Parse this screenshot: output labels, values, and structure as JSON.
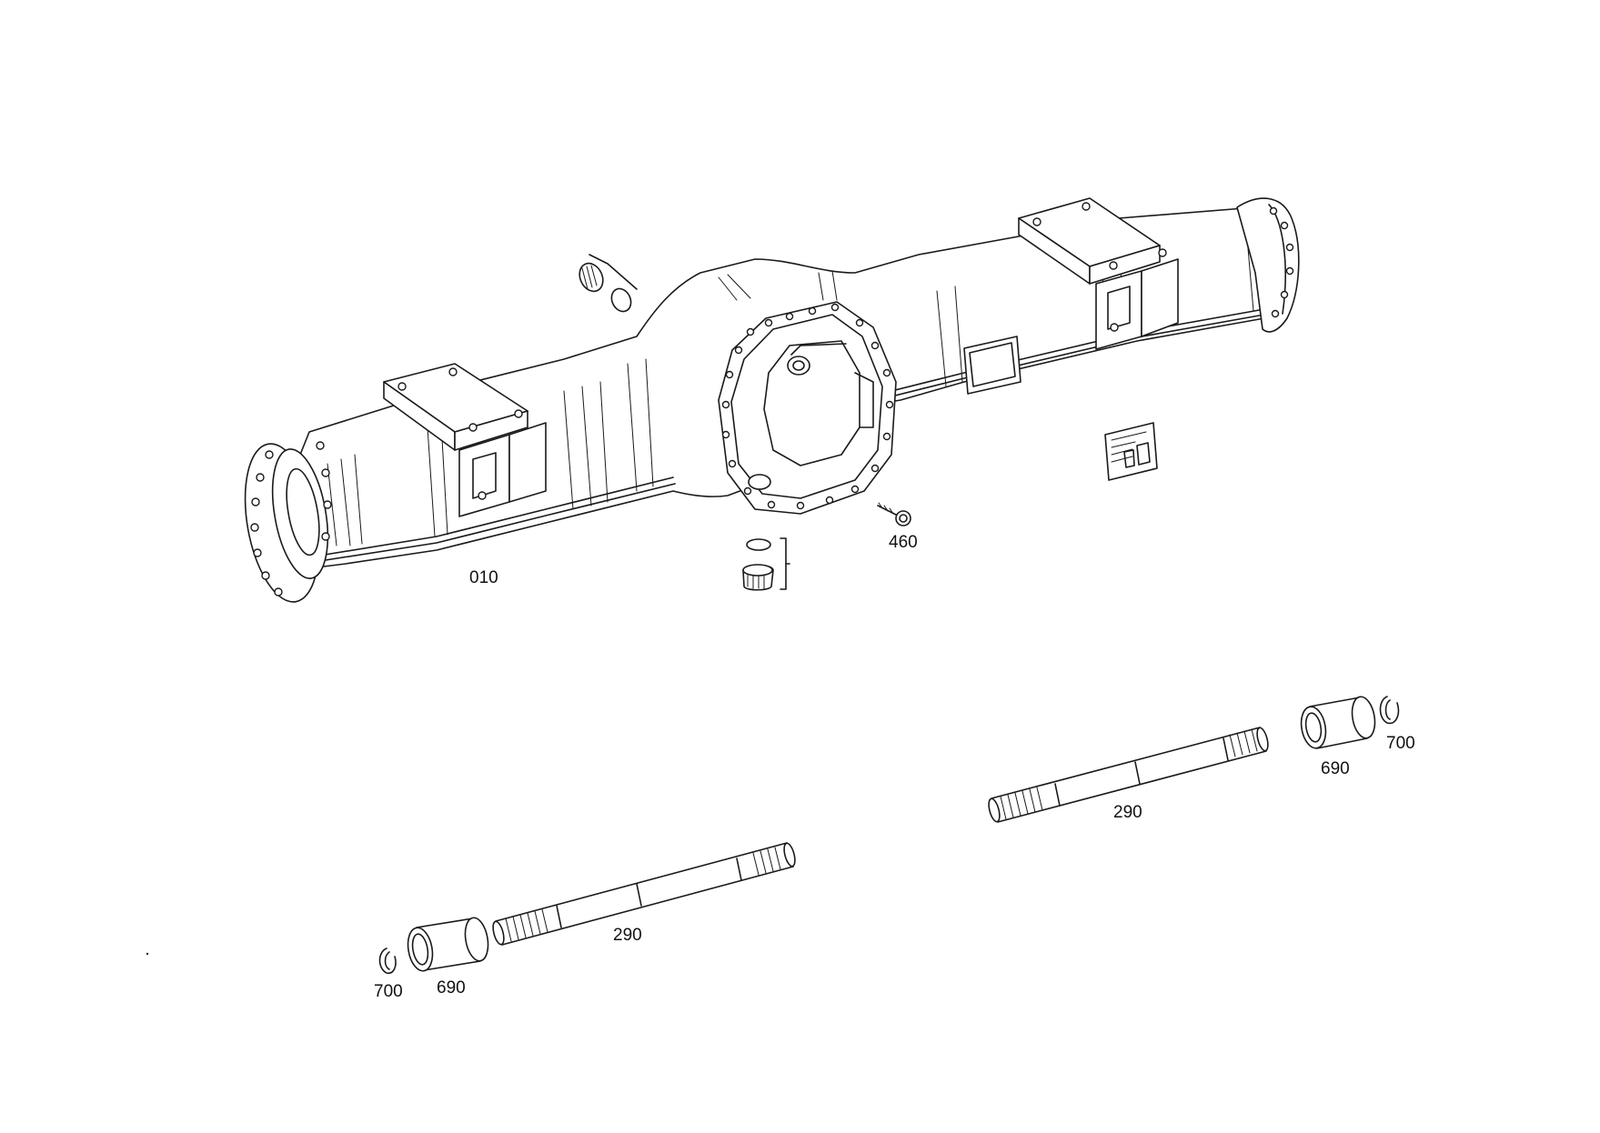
{
  "diagram": {
    "labels": {
      "axle_housing": "010",
      "breather": "460",
      "shaft_left": "290",
      "shaft_right": "290",
      "bushing_left": "690",
      "bushing_right": "690",
      "circlip_left": "700",
      "circlip_right": "700"
    }
  }
}
